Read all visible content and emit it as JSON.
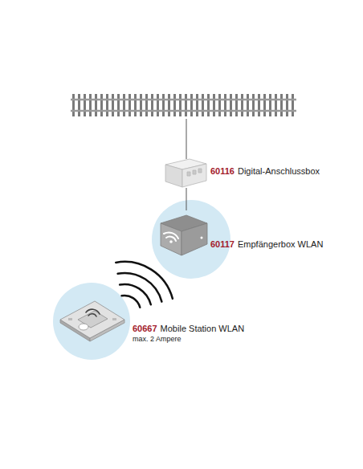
{
  "diagram": {
    "nodes": [
      {
        "text": [
          "60116",
          "Digital-Anschlussbox"
        ]
      },
      {
        "text": [
          "60117",
          "Empfängerbox WLAN"
        ]
      },
      {
        "text": [
          "60667",
          "Mobile Station WLAN",
          "max. 2 Ampere"
        ]
      }
    ],
    "edges": [
      {
        "from": 0,
        "to": 1,
        "arrow": "none"
      }
    ]
  }
}
